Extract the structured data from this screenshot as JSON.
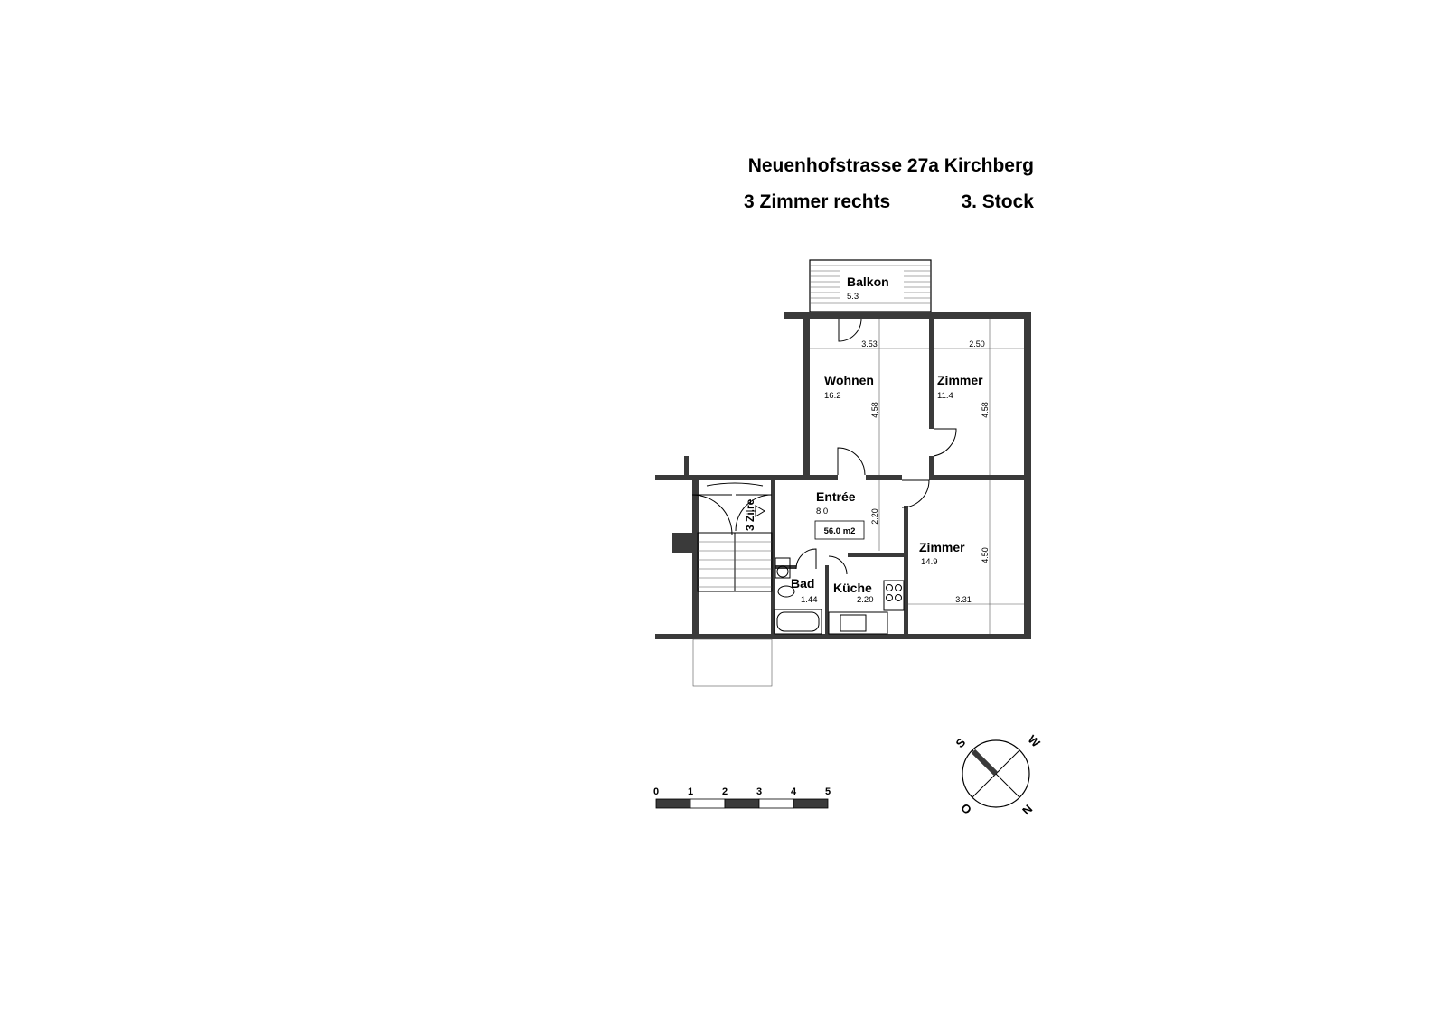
{
  "header": {
    "address": "Neuenhofstrasse 27a Kirchberg",
    "unit": "3 Zimmer rechts",
    "floor": "3. Stock"
  },
  "rooms": {
    "balkon": {
      "name": "Balkon",
      "area": "5.3"
    },
    "wohnen": {
      "name": "Wohnen",
      "area": "16.2"
    },
    "zimmer1": {
      "name": "Zimmer",
      "area": "11.4"
    },
    "entree": {
      "name": "Entrée",
      "area": "8.0"
    },
    "zimmer2": {
      "name": "Zimmer",
      "area": "14.9"
    },
    "bad": {
      "name": "Bad",
      "area": "1.44"
    },
    "kueche": {
      "name": "Küche",
      "area": "2.20"
    }
  },
  "dimensions": {
    "wohnen_width": "3.53",
    "zimmer1_width": "2.50",
    "wohnen_depth": "4.58",
    "zimmer1_depth": "4.58",
    "entree_depth": "2.20",
    "zimmer2_depth": "4.50",
    "zimmer2_width": "3.31"
  },
  "total_area": "56.0 m2",
  "stair_label": "3 Zi.re",
  "scale_bar": {
    "labels": [
      "0",
      "1",
      "2",
      "3",
      "4",
      "5"
    ]
  },
  "compass": {
    "south": "S",
    "west": "W",
    "east": "O",
    "north": "N"
  }
}
